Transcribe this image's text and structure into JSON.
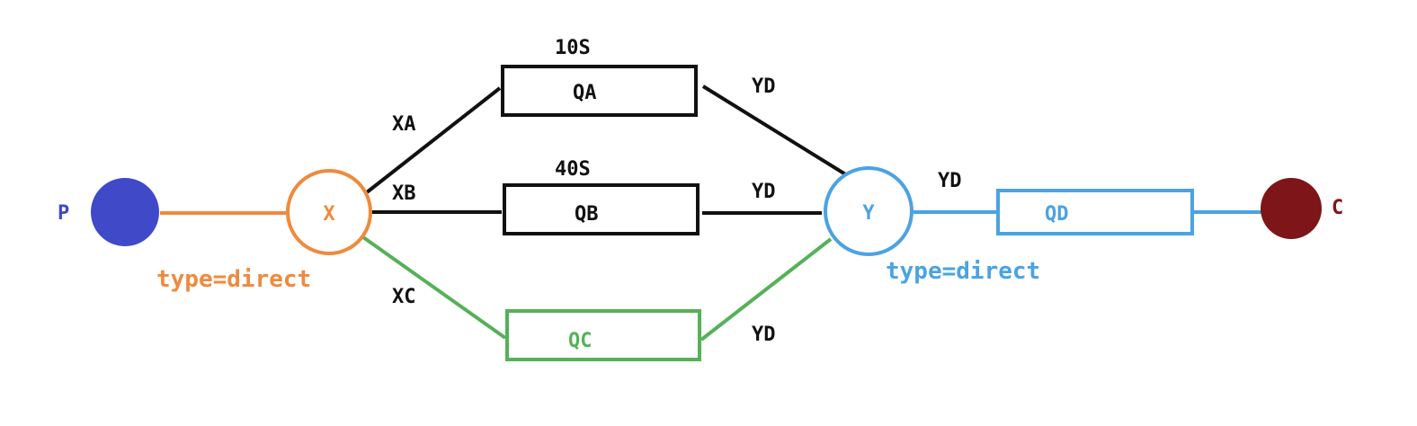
{
  "producer": {
    "label": "P",
    "color": "#4049c8"
  },
  "consumer": {
    "label": "C",
    "color": "#7e1518"
  },
  "exchange_x": {
    "label": "X",
    "type_text": "type=direct",
    "color": "#ef8a3d"
  },
  "exchange_y": {
    "label": "Y",
    "type_text": "type=direct",
    "color": "#4aa3e2"
  },
  "queues": {
    "qa": {
      "label": "QA",
      "ttl": "10S"
    },
    "qb": {
      "label": "QB",
      "ttl": "40S"
    },
    "qc": {
      "label": "QC",
      "color": "#56b158"
    },
    "qd": {
      "label": "QD"
    }
  },
  "routing_keys": {
    "xa": "XA",
    "xb": "XB",
    "xc": "XC",
    "qa_y": "YD",
    "qb_y": "YD",
    "qc_y": "YD",
    "y_qd": "YD"
  },
  "colors": {
    "line": "#111111"
  }
}
